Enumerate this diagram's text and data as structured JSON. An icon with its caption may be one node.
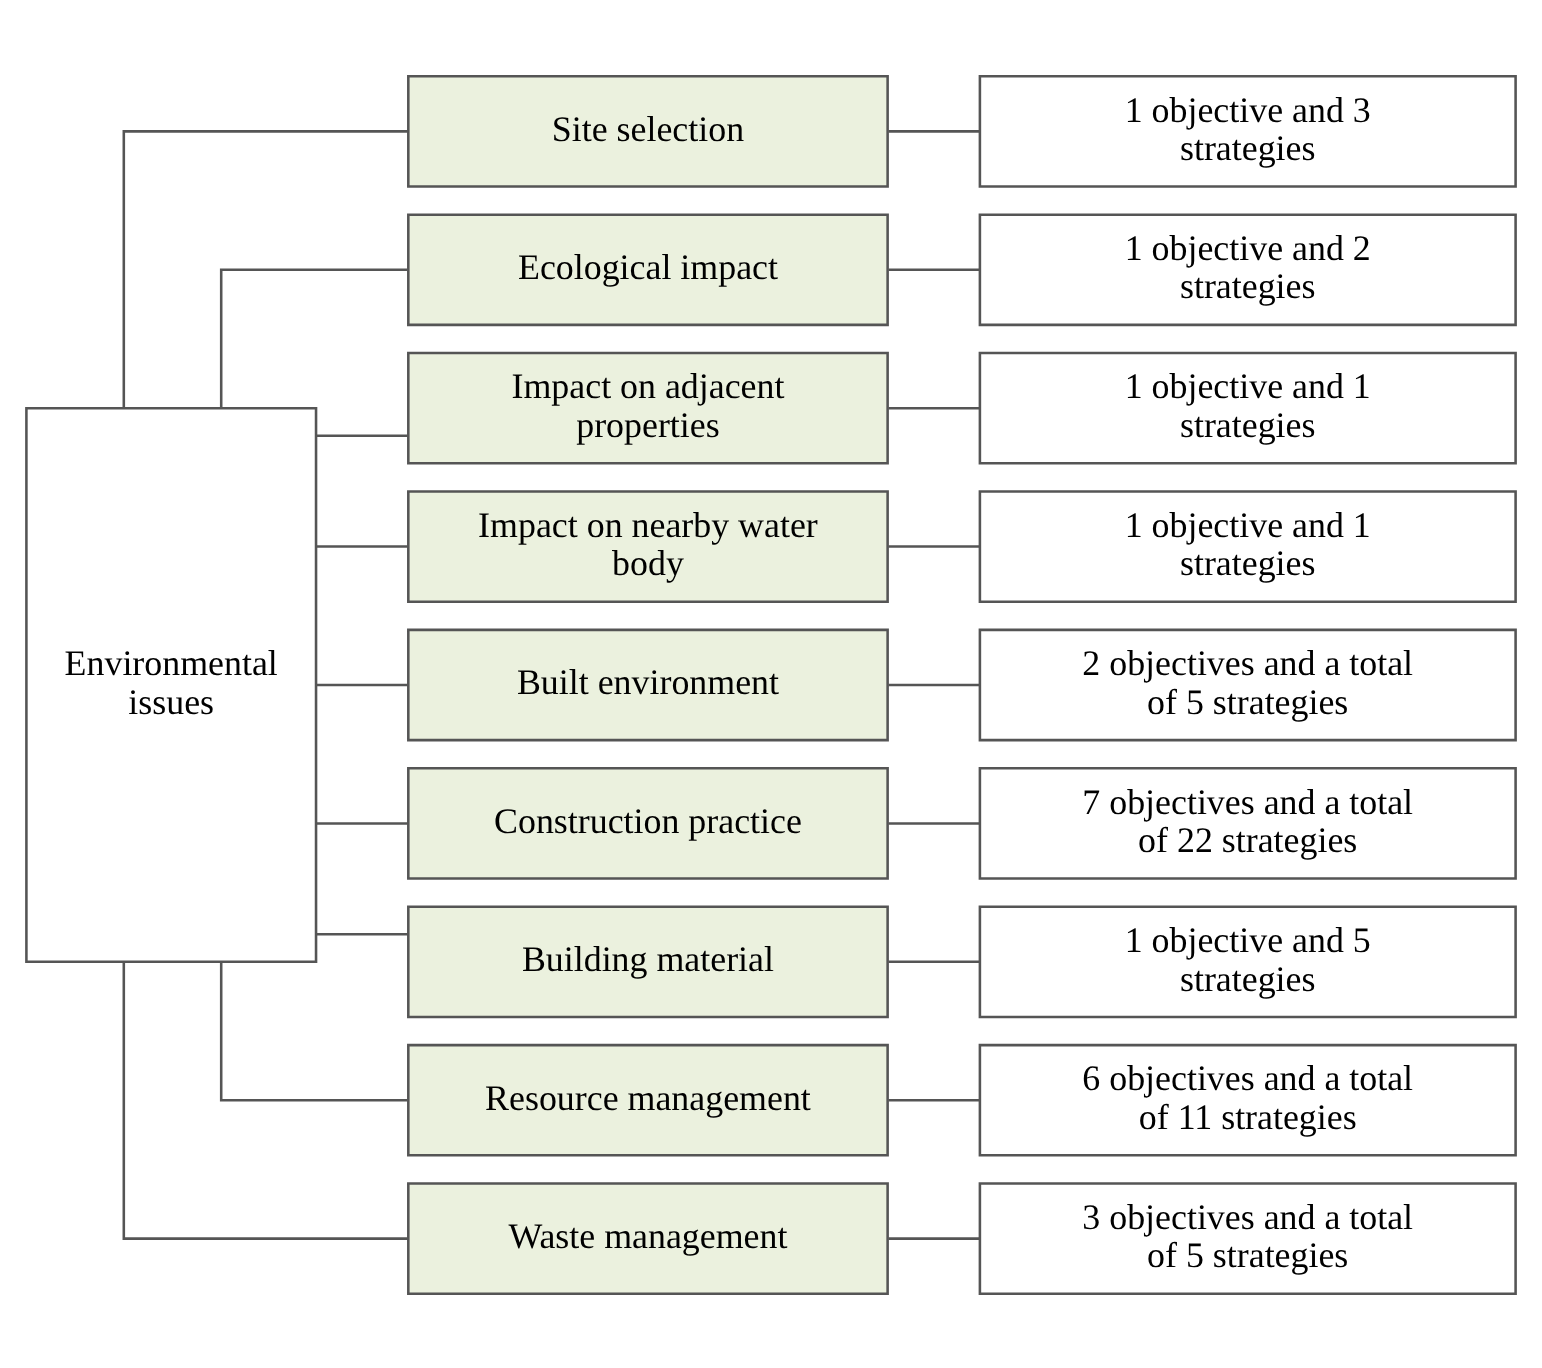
{
  "diagram": {
    "nodes": [
      {
        "text": [
          "Environmental issues"
        ]
      },
      {
        "text": [
          "Site selection"
        ]
      },
      {
        "text": [
          "Ecological impact"
        ]
      },
      {
        "text": [
          "Impact on adjacent properties"
        ]
      },
      {
        "text": [
          "Impact on nearby water body"
        ]
      },
      {
        "text": [
          "Built environment"
        ]
      },
      {
        "text": [
          "Construction practice"
        ]
      },
      {
        "text": [
          "Building material"
        ]
      },
      {
        "text": [
          "Resource management"
        ]
      },
      {
        "text": [
          "Waste management"
        ]
      },
      {
        "text": [
          "1 objective and 3 strategies"
        ]
      },
      {
        "text": [
          "1 objective and 2 strategies"
        ]
      },
      {
        "text": [
          "1 objective and 1 strategies"
        ]
      },
      {
        "text": [
          "1 objective and 1 strategies"
        ]
      },
      {
        "text": [
          "2 objectives and a total of 5 strategies"
        ]
      },
      {
        "text": [
          "7 objectives and a total of 22 strategies"
        ]
      },
      {
        "text": [
          "1 objective and 5 strategies"
        ]
      },
      {
        "text": [
          "6 objectives and a total of 11 strategies"
        ]
      },
      {
        "text": [
          "3 objectives and a total of 5 strategies"
        ]
      }
    ],
    "edges": [
      {
        "from": 0,
        "to": 1,
        "arrow": "none"
      },
      {
        "from": 0,
        "to": 2,
        "arrow": "none"
      },
      {
        "from": 0,
        "to": 3,
        "arrow": "none"
      },
      {
        "from": 0,
        "to": 4,
        "arrow": "none"
      },
      {
        "from": 0,
        "to": 5,
        "arrow": "none"
      },
      {
        "from": 0,
        "to": 6,
        "arrow": "none"
      },
      {
        "from": 0,
        "to": 7,
        "arrow": "none"
      },
      {
        "from": 0,
        "to": 8,
        "arrow": "none"
      },
      {
        "from": 0,
        "to": 9,
        "arrow": "none"
      },
      {
        "from": 1,
        "to": 10,
        "arrow": "none"
      },
      {
        "from": 2,
        "to": 11,
        "arrow": "none"
      },
      {
        "from": 3,
        "to": 12,
        "arrow": "none"
      },
      {
        "from": 4,
        "to": 13,
        "arrow": "none"
      },
      {
        "from": 5,
        "to": 14,
        "arrow": "none"
      },
      {
        "from": 6,
        "to": 15,
        "arrow": "none"
      },
      {
        "from": 7,
        "to": 16,
        "arrow": "none"
      },
      {
        "from": 8,
        "to": 17,
        "arrow": "none"
      },
      {
        "from": 9,
        "to": 18,
        "arrow": "none"
      }
    ]
  }
}
